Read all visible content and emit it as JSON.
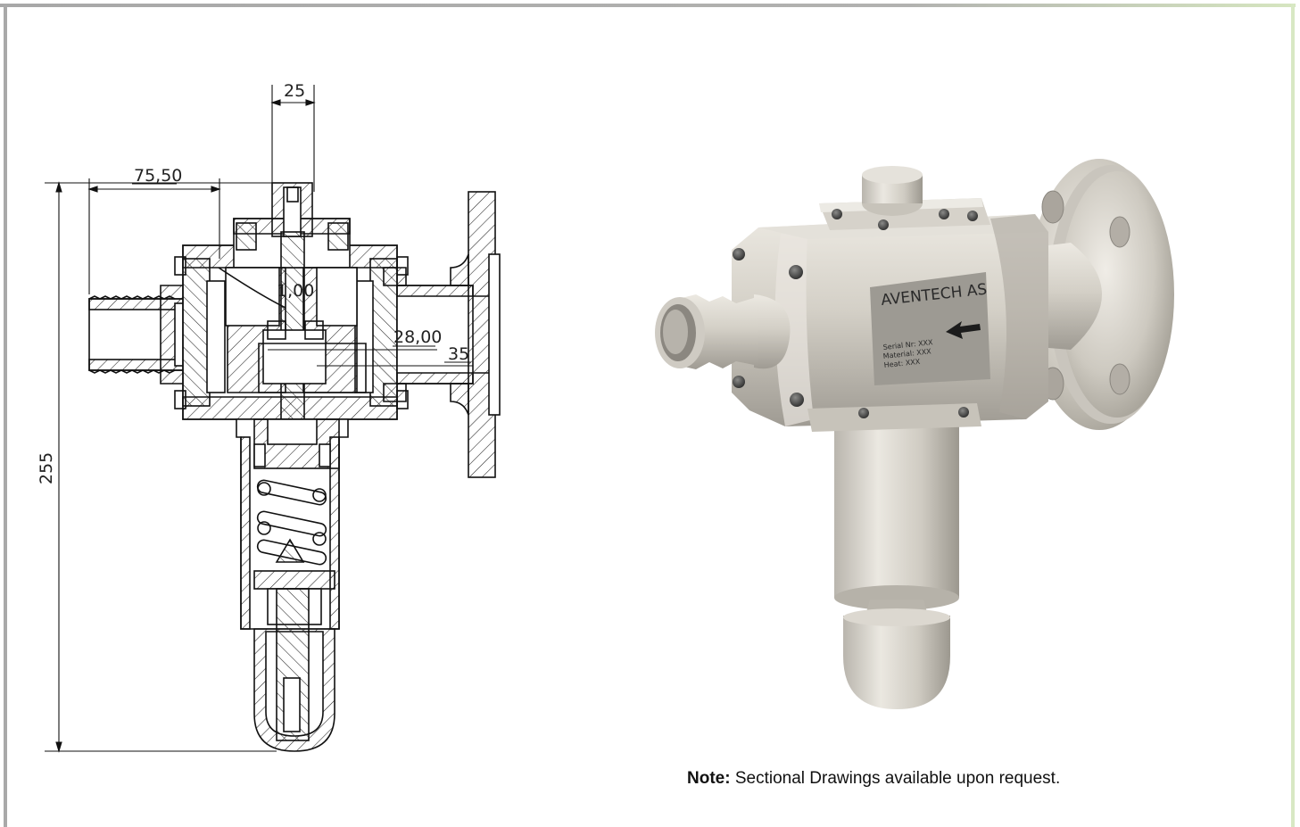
{
  "drawing": {
    "dimensions": {
      "top_width": "25",
      "left_offset": "75,50",
      "total_height": "255",
      "orifice": "1,00",
      "inner_dia": "28,00",
      "outlet": "35"
    }
  },
  "render": {
    "nameplate": {
      "brand": "AVENTECH AS",
      "serial": "Serial Nr: XXX",
      "material": "Material: XXX",
      "heat": "Heat: XXX"
    }
  },
  "note": {
    "label": "Note:",
    "text": " Sectional Drawings available upon request."
  },
  "colors": {
    "frame_left": "#a9a9a9",
    "frame_right": "#d8e8c4",
    "steel": "#cfcbc3"
  }
}
